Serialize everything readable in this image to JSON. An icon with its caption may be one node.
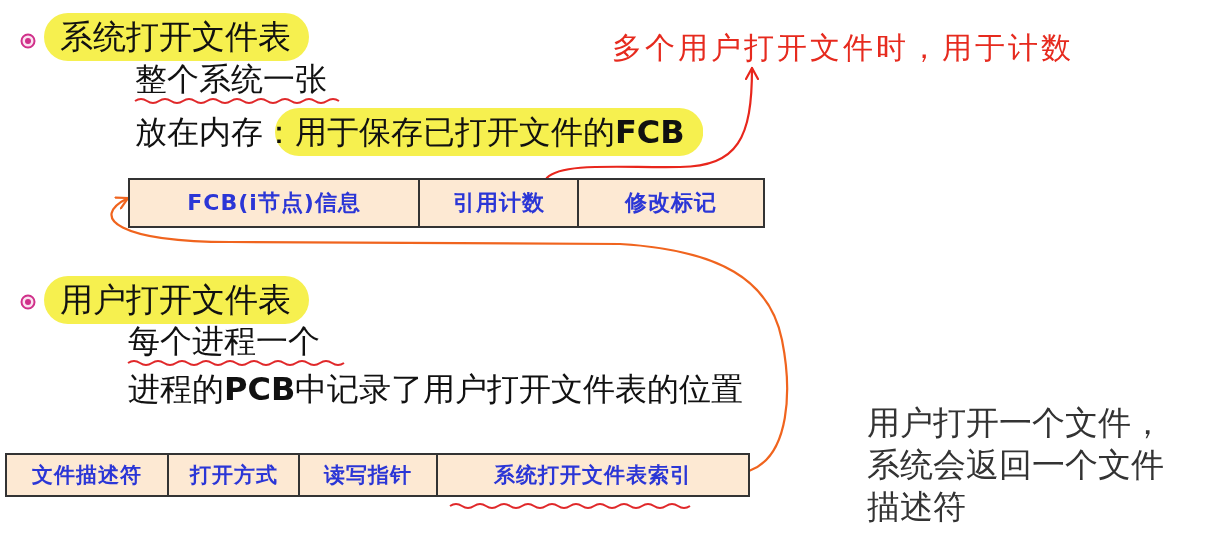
{
  "diagram": {
    "nodes": [
      {
        "text": [
          "多个用户打开文件时，用于计数"
        ]
      },
      {
        "text": [
          "FCB(i节点)信息"
        ]
      },
      {
        "text": [
          "引用计数"
        ]
      },
      {
        "text": [
          "修改标记"
        ]
      },
      {
        "text": [
          "文件描述符"
        ]
      },
      {
        "text": [
          "打开方式"
        ]
      },
      {
        "text": [
          "读写指针"
        ]
      },
      {
        "text": [
          "系统打开文件表索引"
        ]
      }
    ],
    "edges": [
      {
        "from": 2,
        "to": 0,
        "arrow": "to",
        "color": "#e8261c"
      },
      {
        "from": 7,
        "to": 1,
        "arrow": "to",
        "color": "#f0641e"
      }
    ],
    "labels": [
      "系统打开文件表",
      "整个系统一张",
      "放在内存：用于保存已打开文件的**FCB**",
      "用户打开文件表",
      "每个进程一个",
      "进程的**PCB**中记录了用户打开文件表的位置",
      "用户打开一个文件，系统会返回一个文件描述符"
    ]
  }
}
